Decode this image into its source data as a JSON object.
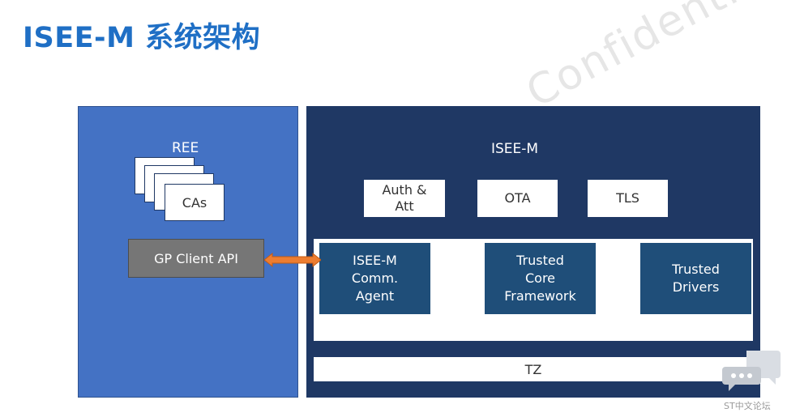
{
  "title": "ISEE-M 系统架构",
  "watermark": "Confidential",
  "ree": {
    "label": "REE",
    "cas_label": "CAs",
    "gp_client_api": "GP Client API"
  },
  "isee": {
    "label": "ISEE-M",
    "services": [
      {
        "line1": "Auth &",
        "line2": "Att"
      },
      {
        "line1": "OTA"
      },
      {
        "line1": "TLS"
      }
    ],
    "modules": [
      {
        "line1": "ISEE-M",
        "line2": "Comm.",
        "line3": "Agent"
      },
      {
        "line1": "Trusted",
        "line2": "Core",
        "line3": "Framework"
      },
      {
        "line1": "Trusted",
        "line2": "Drivers"
      }
    ],
    "tz_label": "TZ"
  },
  "forum": {
    "text": "ST中文论坛",
    "icon": "chat-bubble-icon"
  },
  "colors": {
    "title": "#1f6fc5",
    "ree_panel": "#4472c4",
    "isee_panel": "#1f3864",
    "module": "#1f4e79",
    "gp_box": "#767676",
    "arrow": "#ed7d31"
  }
}
